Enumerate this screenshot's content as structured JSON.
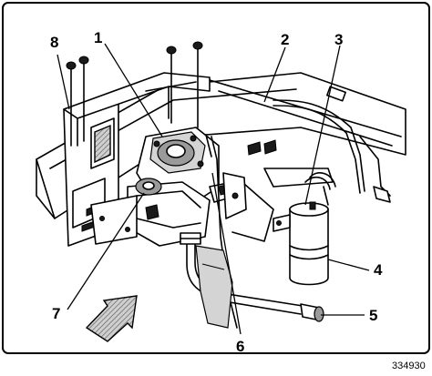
{
  "figure_id": "334930",
  "callouts": [
    {
      "label": "1"
    },
    {
      "label": "2"
    },
    {
      "label": "3"
    },
    {
      "label": "4"
    },
    {
      "label": "5"
    },
    {
      "label": "6"
    },
    {
      "label": "7"
    },
    {
      "label": "8"
    }
  ],
  "colors": {
    "ink": "#000000",
    "paper": "#ffffff",
    "shade": "#9a9a9a"
  }
}
